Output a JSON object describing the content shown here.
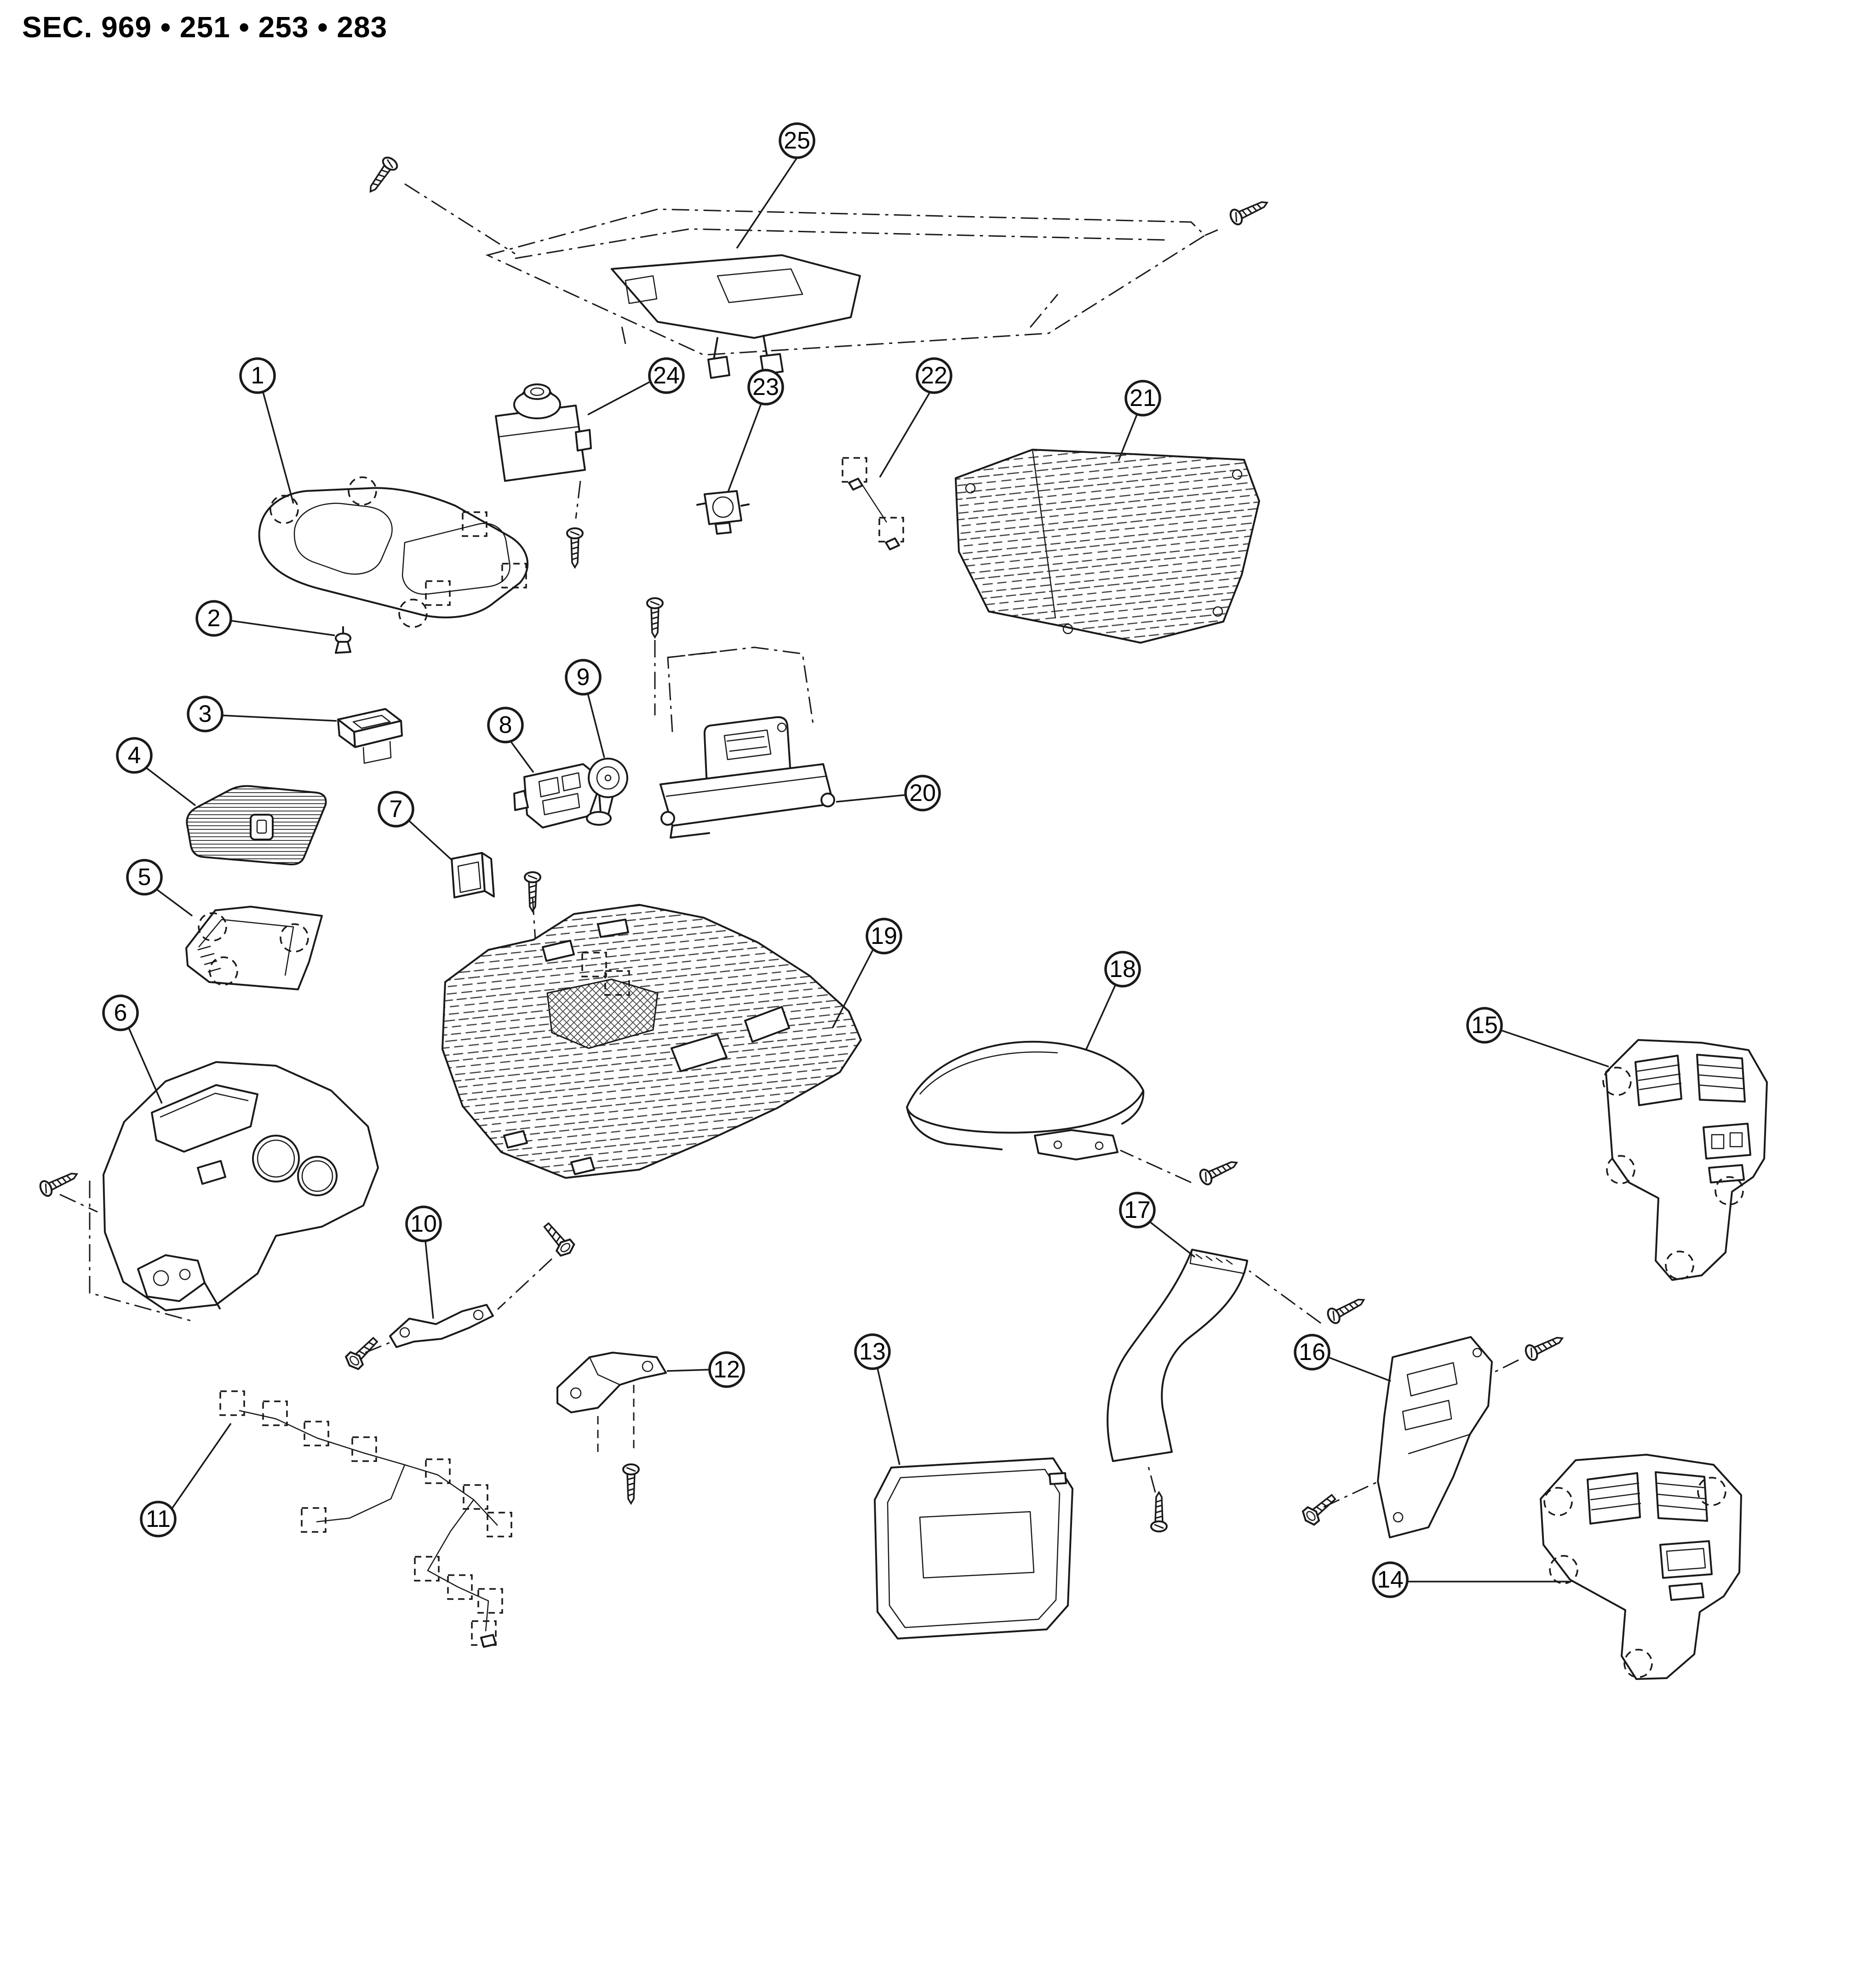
{
  "page": {
    "title": "SEC. 969 • 251 • 253 • 283",
    "background": "#ffffff",
    "line_color": "#1a1a1a"
  },
  "diagram": {
    "description": "Exploded parts view of vehicle center console assembly with numbered callouts",
    "callouts": [
      {
        "label": "1"
      },
      {
        "label": "2"
      },
      {
        "label": "3"
      },
      {
        "label": "4"
      },
      {
        "label": "5"
      },
      {
        "label": "6"
      },
      {
        "label": "7"
      },
      {
        "label": "8"
      },
      {
        "label": "9"
      },
      {
        "label": "10"
      },
      {
        "label": "11"
      },
      {
        "label": "12"
      },
      {
        "label": "13"
      },
      {
        "label": "14"
      },
      {
        "label": "15"
      },
      {
        "label": "16"
      },
      {
        "label": "17"
      },
      {
        "label": "18"
      },
      {
        "label": "19"
      },
      {
        "label": "20"
      },
      {
        "label": "21"
      },
      {
        "label": "22"
      },
      {
        "label": "23"
      },
      {
        "label": "24"
      },
      {
        "label": "25"
      }
    ]
  }
}
